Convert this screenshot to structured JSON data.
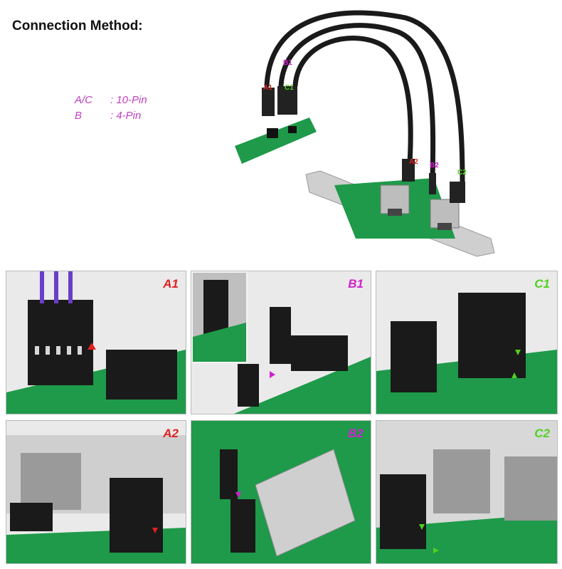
{
  "title": "Connection Method:",
  "legend": [
    {
      "key": "A/C",
      "value": ": 10-Pin"
    },
    {
      "key": "B",
      "value": ": 4-Pin"
    }
  ],
  "hero_labels": {
    "a1": "A1",
    "b1": "B1",
    "c1": "C1",
    "a2": "A2",
    "b2": "B2",
    "c2": "C2"
  },
  "panels": [
    {
      "label": "A1",
      "color": "#e02020"
    },
    {
      "label": "B1",
      "color": "#d020d0"
    },
    {
      "label": "C1",
      "color": "#50d020"
    },
    {
      "label": "A2",
      "color": "#e02020"
    },
    {
      "label": "B2",
      "color": "#d020d0"
    },
    {
      "label": "C2",
      "color": "#50d020"
    }
  ],
  "colors": {
    "pcb": "#1e9a4a",
    "cable": "#1a1a1a",
    "metal": "#cfcfcf",
    "a": "#e02020",
    "b": "#d020d0",
    "c": "#50d020"
  }
}
